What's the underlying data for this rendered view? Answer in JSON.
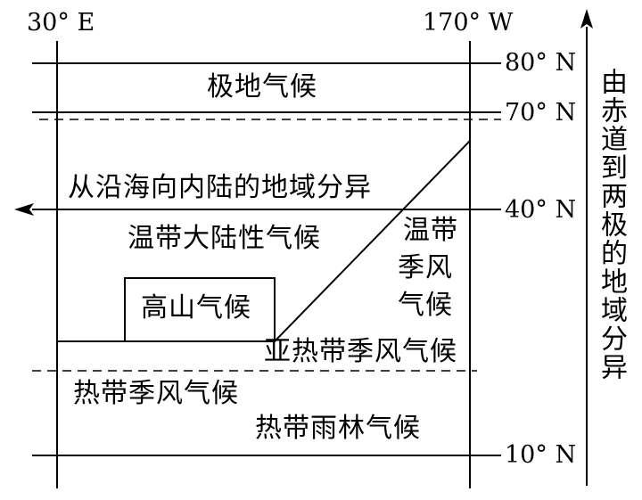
{
  "longitudes": {
    "west": "30° E",
    "east": "170° W"
  },
  "latitudes": {
    "lat80": "80° N",
    "lat70": "70° N",
    "lat40": "40° N",
    "lat10": "10° N"
  },
  "zones": {
    "polar": "极地气候",
    "coastal_inland_axis": "从沿海向内陆的地域分异",
    "temperate_continental": "温带大陆性气候",
    "temperate_monsoon_line1": "温带",
    "temperate_monsoon_line2": "季风",
    "temperate_monsoon_line3": "气候",
    "highland": "高山气候",
    "subtropical_monsoon": "亚热带季风气候",
    "tropical_monsoon": "热带季风气候",
    "tropical_rainforest": "热带雨林气候"
  },
  "equator_to_poles_axis": "由赤道到两极的地域分异",
  "colors": {
    "ink": "#000000",
    "background": "#ffffff"
  }
}
